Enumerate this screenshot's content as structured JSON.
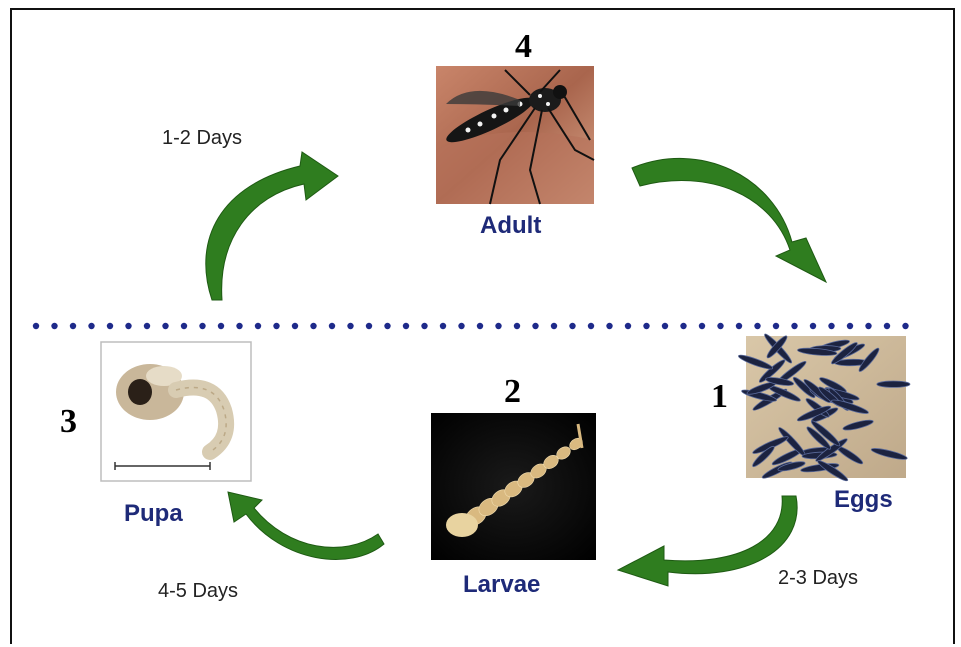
{
  "stages": {
    "adult": {
      "number": "4",
      "label": "Adult"
    },
    "eggs": {
      "number": "1",
      "label": "Eggs"
    },
    "larvae": {
      "number": "2",
      "label": "Larvae"
    },
    "pupa": {
      "number": "3",
      "label": "Pupa"
    }
  },
  "durations": {
    "pupa_to_adult": "1-2 Days",
    "eggs_to_larvae": "2-3 Days",
    "larvae_to_pupa": "4-5 Days"
  },
  "colors": {
    "arrow": "#2f7d1f",
    "label": "#1e2a78",
    "dots": "#1e2a8a"
  },
  "icons": {
    "arrow": "curved-arrow-icon",
    "separator": "dotted-line"
  }
}
